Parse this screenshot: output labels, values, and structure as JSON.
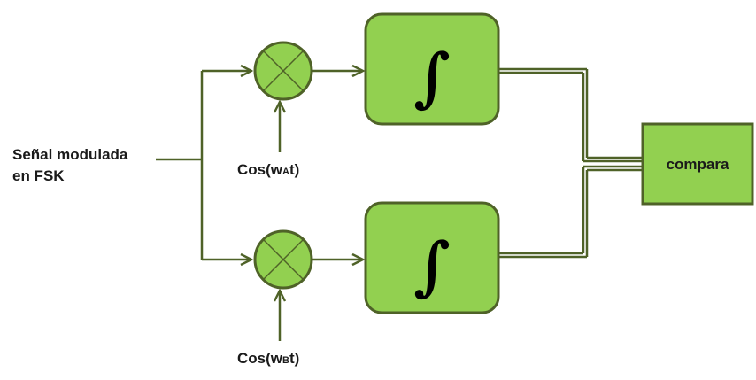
{
  "input": {
    "line1": "Señal modulada",
    "line2": "en FSK"
  },
  "carrier_top": {
    "prefix": "Cos(w",
    "sub": "A",
    "suffix": "t)"
  },
  "carrier_bottom": {
    "prefix": "Cos(w",
    "sub": "B",
    "suffix": "t)"
  },
  "integrator_symbol": "∫",
  "comparator": {
    "label": "compara"
  },
  "colors": {
    "fill": "#92d050",
    "stroke": "#4f6228",
    "line": "#4f6228"
  }
}
